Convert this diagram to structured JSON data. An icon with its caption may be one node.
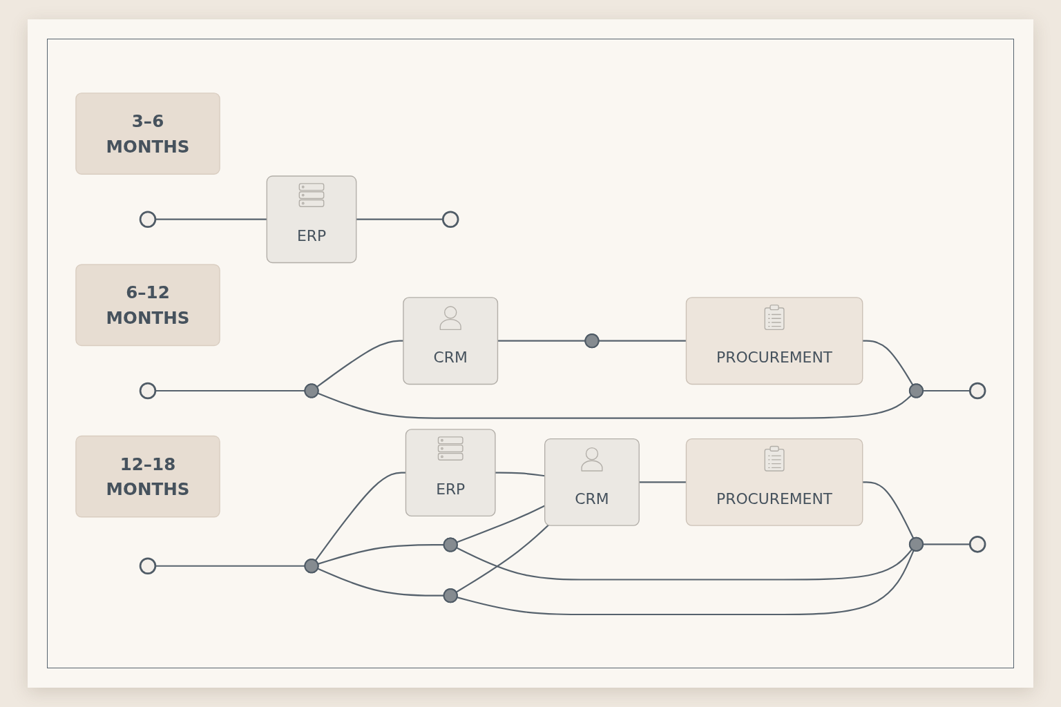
{
  "diagram": {
    "nodes": [
      {
        "text": [
          "3–6",
          "MONTHS"
        ]
      },
      {
        "text": [],
        "shape": "circle"
      },
      {
        "text": [
          "ERP"
        ]
      },
      {
        "text": [],
        "shape": "circle"
      },
      {
        "text": [
          "6–12",
          "MONTHS"
        ]
      },
      {
        "text": [],
        "shape": "circle"
      },
      {
        "text": [],
        "shape": "dot"
      },
      {
        "text": [
          "CRM"
        ]
      },
      {
        "text": [],
        "shape": "dot"
      },
      {
        "text": [
          "PROCUREMENT"
        ]
      },
      {
        "text": [],
        "shape": "dot"
      },
      {
        "text": [],
        "shape": "circle"
      },
      {
        "text": [
          "12–18",
          "MONTHS"
        ]
      },
      {
        "text": [],
        "shape": "circle"
      },
      {
        "text": [],
        "shape": "dot"
      },
      {
        "text": [],
        "shape": "dot"
      },
      {
        "text": [
          "ERP"
        ]
      },
      {
        "text": [
          "CRM"
        ]
      },
      {
        "text": [
          "PROCUREMENT"
        ]
      },
      {
        "text": [],
        "shape": "dot"
      },
      {
        "text": [],
        "shape": "dot"
      },
      {
        "text": [],
        "shape": "circle"
      }
    ],
    "edges": [
      {
        "from": 1,
        "to": 2,
        "arrow": "none"
      },
      {
        "from": 2,
        "to": 3,
        "arrow": "none"
      },
      {
        "from": 5,
        "to": 6,
        "arrow": "none"
      },
      {
        "from": 6,
        "to": 7,
        "arrow": "none"
      },
      {
        "from": 7,
        "to": 8,
        "arrow": "none"
      },
      {
        "from": 8,
        "to": 9,
        "arrow": "none"
      },
      {
        "from": 9,
        "to": 10,
        "arrow": "none"
      },
      {
        "from": 6,
        "to": 10,
        "arrow": "none"
      },
      {
        "from": 10,
        "to": 11,
        "arrow": "none"
      },
      {
        "from": 13,
        "to": 14,
        "arrow": "none"
      },
      {
        "from": 14,
        "to": 16,
        "arrow": "none"
      },
      {
        "from": 16,
        "to": 17,
        "arrow": "none"
      },
      {
        "from": 17,
        "to": 18,
        "arrow": "none"
      },
      {
        "from": 18,
        "to": 20,
        "arrow": "none"
      },
      {
        "from": 20,
        "to": 21,
        "arrow": "none"
      },
      {
        "from": 14,
        "to": 15,
        "arrow": "none"
      },
      {
        "from": 15,
        "to": 20,
        "arrow": "none"
      },
      {
        "from": 15,
        "to": 17,
        "arrow": "none"
      },
      {
        "from": 19,
        "to": 17,
        "arrow": "none"
      },
      {
        "from": 14,
        "to": 19,
        "arrow": "none"
      },
      {
        "from": 19,
        "to": 20,
        "arrow": "none"
      }
    ]
  }
}
